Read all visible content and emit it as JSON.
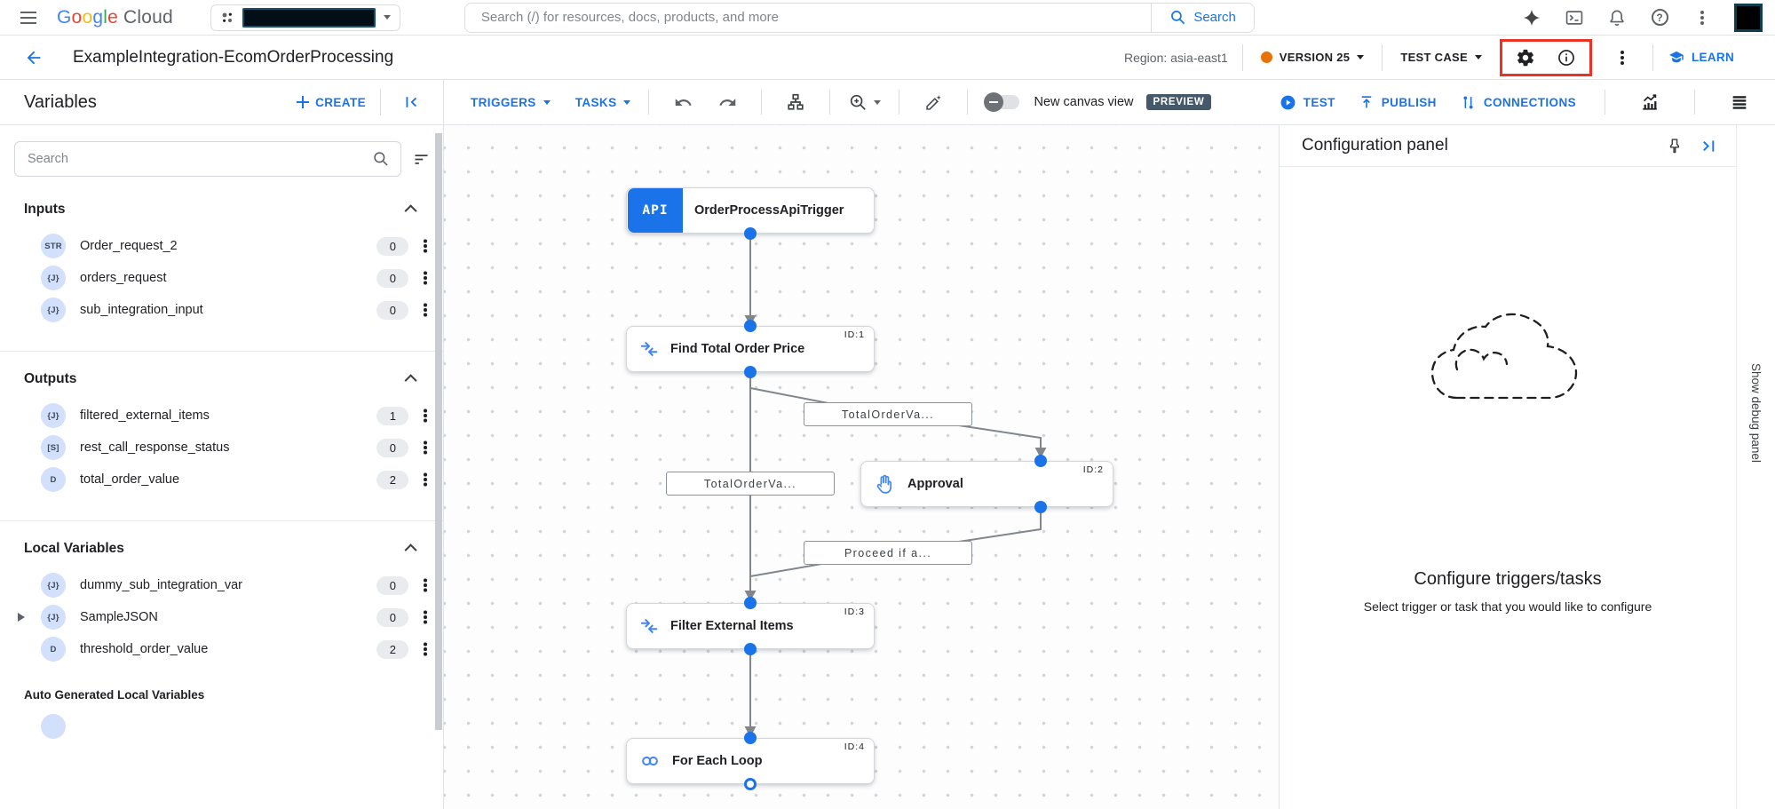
{
  "topbar": {
    "logo": {
      "g1": "G",
      "o1": "o",
      "o2": "o",
      "g2": "g",
      "l1": "l",
      "e1": "e",
      "cloud": "Cloud"
    },
    "search_placeholder": "Search (/) for resources, docs, products, and more",
    "search_button": "Search",
    "help_glyph": "?"
  },
  "header": {
    "title": "ExampleIntegration-EcomOrderProcessing",
    "region": "Region: asia-east1",
    "version": "VERSION 25",
    "test_case": "TEST CASE",
    "learn": "LEARN"
  },
  "toolbar": {
    "variables_title": "Variables",
    "create": "CREATE",
    "triggers": "TRIGGERS",
    "tasks": "TASKS",
    "new_canvas": "New canvas view",
    "preview": "PREVIEW",
    "test": "TEST",
    "publish": "PUBLISH",
    "connections": "CONNECTIONS"
  },
  "sidebar": {
    "search_placeholder": "Search",
    "sections": [
      {
        "title": "Inputs",
        "items": [
          {
            "badge": "STR",
            "name": "Order_request_2",
            "count": "0"
          },
          {
            "badge": "{J}",
            "name": "orders_request",
            "count": "0"
          },
          {
            "badge": "{J}",
            "name": "sub_integration_input",
            "count": "0"
          }
        ]
      },
      {
        "title": "Outputs",
        "items": [
          {
            "badge": "{J}",
            "name": "filtered_external_items",
            "count": "1"
          },
          {
            "badge": "[S]",
            "name": "rest_call_response_status",
            "count": "0"
          },
          {
            "badge": "D",
            "name": "total_order_value",
            "count": "2"
          }
        ]
      },
      {
        "title": "Local Variables",
        "items": [
          {
            "badge": "{J}",
            "name": "dummy_sub_integration_var",
            "count": "0"
          },
          {
            "badge": "{J}",
            "name": "SampleJSON",
            "count": "0"
          },
          {
            "badge": "D",
            "name": "threshold_order_value",
            "count": "2"
          }
        ]
      }
    ],
    "auto_generated_title": "Auto Generated Local Variables"
  },
  "canvas": {
    "nodes": [
      {
        "title": "OrderProcessApiTrigger",
        "api_label": "API"
      },
      {
        "id": "ID:1",
        "title": "Find Total Order Price"
      },
      {
        "id": "ID:2",
        "title": "Approval"
      },
      {
        "id": "ID:3",
        "title": "Filter External Items"
      },
      {
        "id": "ID:4",
        "title": "For Each Loop"
      }
    ],
    "edge_labels": {
      "branch_top": "TotalOrderVa...",
      "branch_left": "TotalOrderVa...",
      "proceed": "Proceed if a..."
    }
  },
  "config_panel": {
    "title": "Configuration panel",
    "empty_title": "Configure triggers/tasks",
    "empty_subtitle": "Select trigger or task that you would like to configure"
  },
  "debug": {
    "label": "Show debug panel"
  },
  "colors": {
    "accent": "#1a73e8",
    "icon_blue": "#4285f4",
    "version_dot": "#e8710a",
    "preview_badge": "#45596b",
    "annotation_red": "#ea3323",
    "type_badge_bg": "#d3e0fb",
    "count_pill_bg": "#e9ebee",
    "edge_gray": "#80868b"
  }
}
